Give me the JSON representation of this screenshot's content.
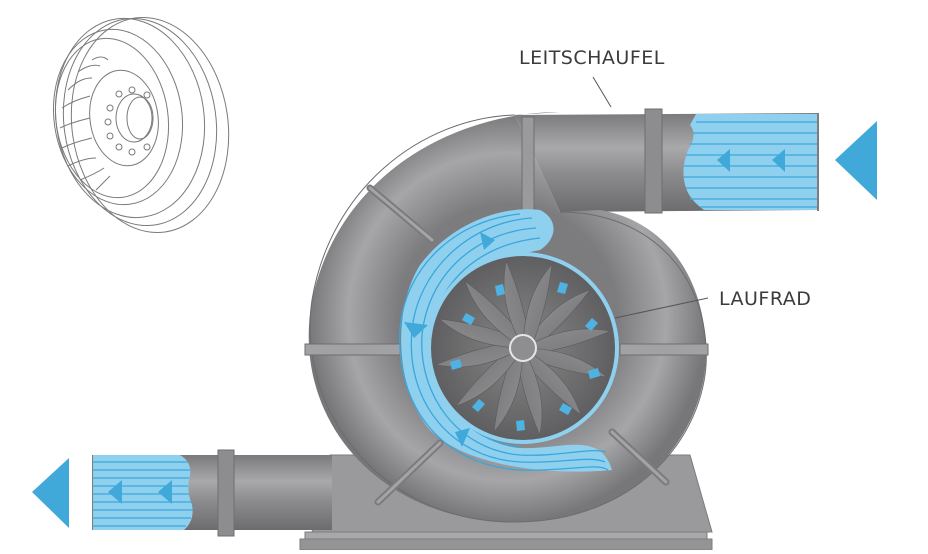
{
  "diagram": {
    "type": "cross-section illustration",
    "subject": "spiral casing turbine with guide vanes and impeller",
    "labels": {
      "guide_vane": "LEITSCHAUFEL",
      "impeller": "LAUFRAD"
    },
    "flow_direction": "right-to-left (inlet at top right, outlet at bottom left)",
    "colors": {
      "water": "#8fd0ef",
      "water_lines": "#3aa6dc",
      "arrow": "#41a9da",
      "casing": "#8e8e90",
      "casing_dark": "#6f6f71",
      "casing_light": "#b0b0b2",
      "outline": "#8a8a8a",
      "label_text": "#3b3b3b"
    },
    "impeller_blade_count": 12,
    "thumbnail": "outline drawing of runner wheel (top-left)"
  }
}
